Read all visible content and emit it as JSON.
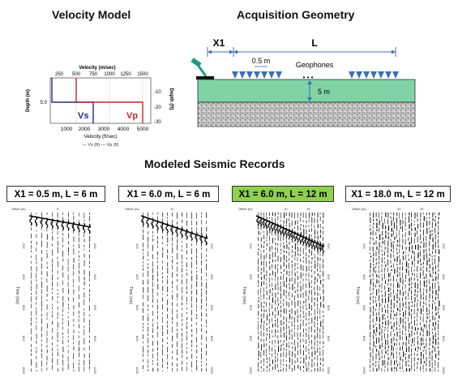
{
  "titles": {
    "velocity_model": "Velocity Model",
    "acquisition": "Acquisition Geometry",
    "records": "Modeled Seismic Records"
  },
  "velocity_plot": {
    "top_axis_label": "Velocity (m/sec)",
    "top_ticks": [
      "250",
      "500",
      "750",
      "1000",
      "1250",
      "1500"
    ],
    "bottom_axis_label": "Velocity (ft/sec)",
    "bottom_ticks": [
      "1000",
      "2000",
      "3000",
      "4000",
      "5000"
    ],
    "left_axis_label": "Depth (m)",
    "left_tick": "5.0",
    "right_axis_label": "Depth (ft)",
    "right_ticks": [
      "-10",
      "-20",
      "-30"
    ],
    "vs_label": "Vs",
    "vp_label": "Vp",
    "legend": "— Vs (ft)  — Vp (ft)",
    "vs_color": "#1f2a8c",
    "vp_color": "#c0282c"
  },
  "geometry": {
    "x1_label": "X1",
    "l_label": "L",
    "spacing_label": "0.5 m",
    "geophones_label": "Geophones",
    "dots": "•  •  •",
    "depth_label": "5 m",
    "layer_color": "#7fd3a4",
    "geophone_color": "#3f6fb5",
    "hammer_color": "#1e9c84"
  },
  "records": [
    {
      "label": "X1 = 0.5 m, L = 6 m",
      "highlight": false,
      "offset_ticks": [
        "5"
      ],
      "time_ticks": [
        "200",
        "400",
        "600",
        "800",
        "1000"
      ]
    },
    {
      "label": "X1 = 6.0 m, L = 6 m",
      "highlight": false,
      "offset_ticks": [
        "10"
      ],
      "time_ticks": [
        "200",
        "400",
        "600",
        "800",
        "1000"
      ]
    },
    {
      "label": "X1 = 6.0 m, L = 12 m",
      "highlight": true,
      "offset_ticks": [
        "10",
        "15"
      ],
      "time_ticks": [
        "200",
        "400",
        "600",
        "800",
        "1000"
      ]
    },
    {
      "label": "X1 = 18.0 m, L = 12 m",
      "highlight": false,
      "offset_ticks": [
        "20",
        "25"
      ],
      "time_ticks": [
        "200",
        "400",
        "600",
        "800",
        "1000"
      ]
    }
  ],
  "record_axes": {
    "offset_label": "Offset (m)",
    "time_label": "Time (ms)"
  },
  "highlight_color": "#8fd14f"
}
